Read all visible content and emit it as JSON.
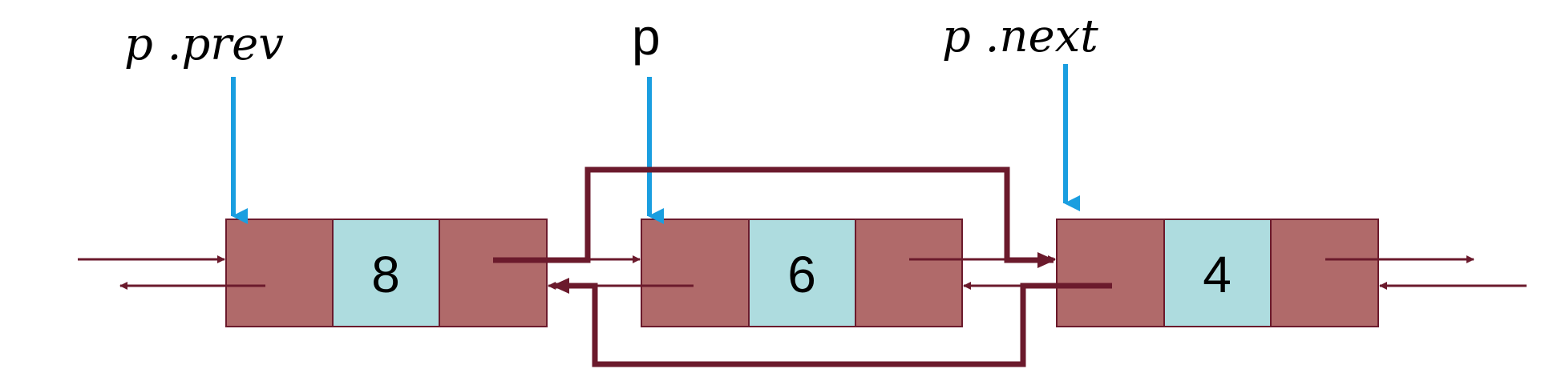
{
  "labels": {
    "prev": "p .prev",
    "p": "p",
    "next": "p .next"
  },
  "nodes": [
    {
      "value": "8"
    },
    {
      "value": "6"
    },
    {
      "value": "4"
    }
  ],
  "colors": {
    "pointer_cell": "#b06a6a",
    "data_cell": "#aedcdf",
    "cell_border": "#6b1a2c",
    "link": "#6b1a2c",
    "label_arrow": "#1a9ee0"
  }
}
